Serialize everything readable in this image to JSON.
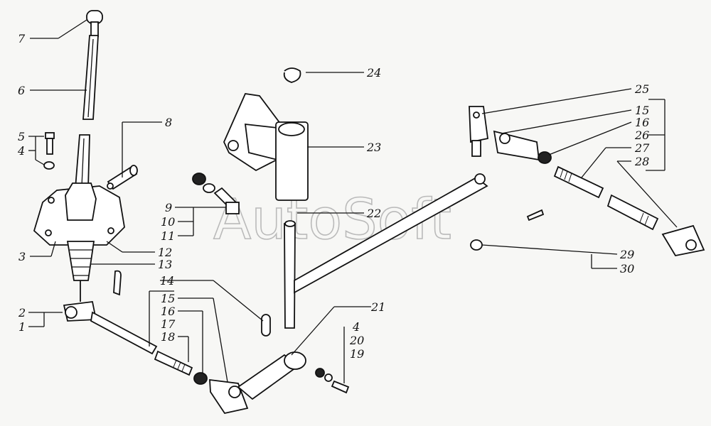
{
  "watermark": "AutoSoft",
  "callouts": {
    "c7": "7",
    "c6": "6",
    "c5": "5",
    "c4a": "4",
    "c8": "8",
    "c9": "9",
    "c10": "10",
    "c11": "11",
    "c3": "3",
    "c12": "12",
    "c13": "13",
    "c14": "14",
    "c2": "2",
    "c1": "1",
    "c15a": "15",
    "c16a": "16",
    "c17": "17",
    "c18": "18",
    "c24": "24",
    "c23": "23",
    "c22": "22",
    "c21": "21",
    "c4b": "4",
    "c20": "20",
    "c19": "19",
    "c25": "25",
    "c15b": "15",
    "c16b": "16",
    "c26": "26",
    "c27": "27",
    "c28": "28",
    "c29": "29",
    "c30": "30"
  }
}
